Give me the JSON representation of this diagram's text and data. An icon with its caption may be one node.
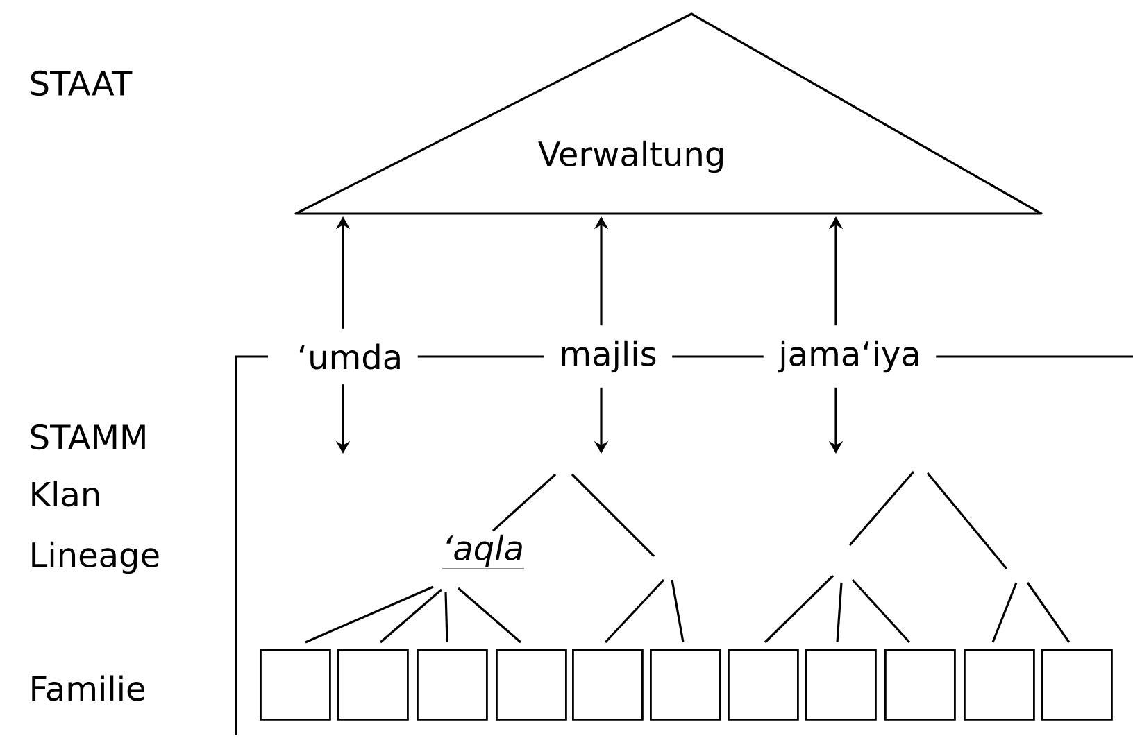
{
  "diagram": {
    "nodes": [
      {
        "text": [
          "Verwaltung"
        ]
      },
      {
        "text": [
          "‘umda"
        ]
      },
      {
        "text": [
          "majlis"
        ]
      },
      {
        "text": [
          "jama‘iya"
        ]
      },
      {
        "text": [
          "‘aqla"
        ]
      },
      {
        "text": [],
        "shape": "box"
      },
      {
        "text": [],
        "shape": "box"
      },
      {
        "text": [],
        "shape": "box"
      },
      {
        "text": [],
        "shape": "box"
      },
      {
        "text": [],
        "shape": "box"
      },
      {
        "text": [],
        "shape": "box"
      },
      {
        "text": [],
        "shape": "box"
      },
      {
        "text": [],
        "shape": "box"
      },
      {
        "text": [],
        "shape": "box"
      },
      {
        "text": [],
        "shape": "box"
      },
      {
        "text": [],
        "shape": "box"
      }
    ],
    "edges": [
      {
        "from": 1,
        "to": 0,
        "arrow": "to"
      },
      {
        "from": 2,
        "to": 0,
        "arrow": "to"
      },
      {
        "from": 3,
        "to": 0,
        "arrow": "to"
      },
      {
        "from": 1,
        "to": 2,
        "arrow": "none"
      },
      {
        "from": 2,
        "to": 3,
        "arrow": "none"
      },
      {
        "from": 3,
        "to": null,
        "arrow": "none"
      },
      {
        "from": 1,
        "to": null,
        "arrow": "to"
      },
      {
        "from": 2,
        "to": null,
        "arrow": "to"
      },
      {
        "from": 3,
        "to": null,
        "arrow": "to"
      },
      {
        "from": 4,
        "to": 5,
        "arrow": "none"
      },
      {
        "from": 4,
        "to": 6,
        "arrow": "none"
      },
      {
        "from": 4,
        "to": 7,
        "arrow": "none"
      },
      {
        "from": 4,
        "to": 8,
        "arrow": "none"
      },
      {
        "from": null,
        "to": 4,
        "arrow": "none"
      },
      {
        "from": null,
        "to": 9,
        "arrow": "none"
      },
      {
        "from": null,
        "to": 10,
        "arrow": "none"
      },
      {
        "from": null,
        "to": 11,
        "arrow": "none"
      },
      {
        "from": null,
        "to": 12,
        "arrow": "none"
      },
      {
        "from": null,
        "to": 13,
        "arrow": "none"
      },
      {
        "from": null,
        "to": 14,
        "arrow": "none"
      },
      {
        "from": null,
        "to": 15,
        "arrow": "none"
      }
    ],
    "labels": [
      "STAAT",
      "STAMM",
      "Klan",
      "Lineage",
      "Familie"
    ]
  }
}
